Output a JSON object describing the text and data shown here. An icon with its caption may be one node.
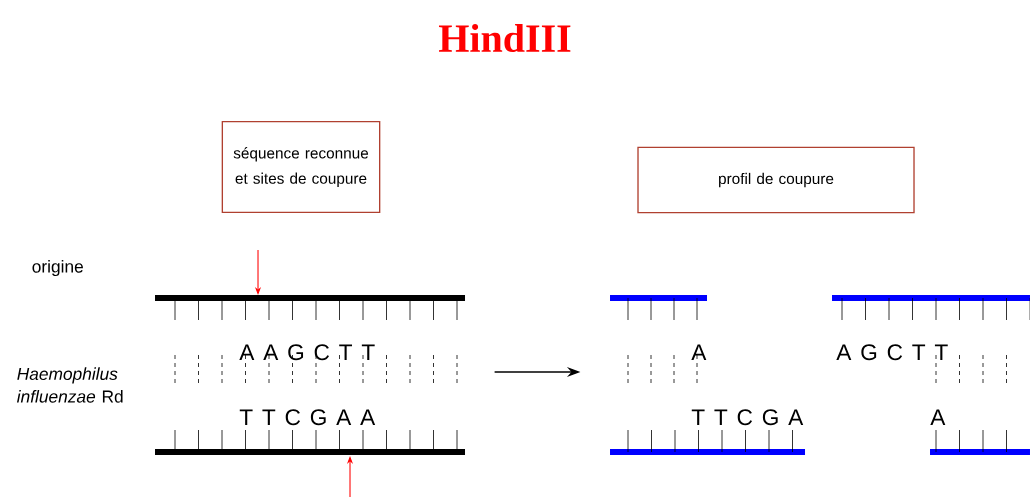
{
  "diagram": {
    "title": "HindIII",
    "nodes": [
      {
        "text": [
          "séquence reconnue et sites de coupure"
        ]
      },
      {
        "text": [
          "profil de coupure"
        ]
      },
      {
        "text": [
          "A A G C T T",
          "T T C G A A"
        ]
      },
      {
        "text": [
          "A",
          "T T C G A"
        ]
      },
      {
        "text": [
          "A G C T T",
          "A"
        ]
      }
    ],
    "edges": [
      {
        "from": 2,
        "to": 3,
        "arrow": "to"
      }
    ],
    "labels": [
      "origine",
      "*Haemophilus influenzae* Rd"
    ]
  }
}
